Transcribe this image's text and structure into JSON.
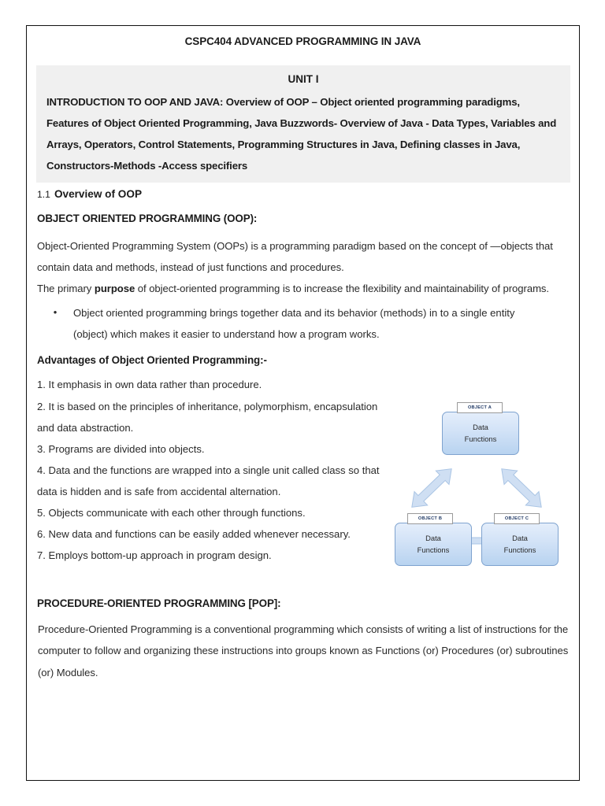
{
  "document": {
    "title": "CSPC404 ADVANCED PROGRAMMING IN JAVA",
    "unit_heading": "UNIT I",
    "syllabus_text": "INTRODUCTION TO OOP AND JAVA: Overview of OOP – Object oriented programming paradigms, Features of Object Oriented Programming, Java Buzzwords- Overview of Java - Data Types, Variables and Arrays, Operators, Control Statements, Programming Structures in Java, Defining classes in Java, Constructors-Methods -Access specifiers"
  },
  "section": {
    "number": "1.1",
    "title": "Overview of OOP",
    "oop_heading": "OBJECT ORIENTED PROGRAMMING (OOP):",
    "para1_a": "Object-Oriented Programming System (OOPs) is a programming paradigm based on the concept of ―objects that contain data and methods, instead of just functions and procedures.",
    "para2_pre": " The primary ",
    "para2_bold": "purpose",
    "para2_post": " of object-oriented programming is to increase the flexibility and maintainability of programs.",
    "bullet_line1": "Object oriented programming brings together data and its behavior (methods) in to a single entity",
    "bullet_line2": "(object) which makes it easier to understand how a program works.",
    "bullet_marker": "•"
  },
  "advantages": {
    "heading": "Advantages of Object Oriented Programming:-",
    "items": [
      "1. It emphasis in own data rather than procedure.",
      "2. It is based on the principles of inheritance, polymorphism, encapsulation and data abstraction.",
      "3. Programs are divided into objects.",
      "4. Data and the functions are wrapped into a single unit called class so that data is hidden and is safe from accidental alternation.",
      "5. Objects communicate with each other through functions.",
      "6. New data and functions can be easily added whenever necessary.",
      "7. Employs bottom-up approach in program design."
    ]
  },
  "pop": {
    "heading": "PROCEDURE-ORIENTED PROGRAMMING [POP]:",
    "body": "Procedure-Oriented Programming is a conventional programming which consists of writing a list of instructions for the computer to follow and organizing these instructions into groups known as Functions (or) Procedures (or) subroutines (or) Modules."
  },
  "diagram": {
    "nodes": [
      {
        "label": "OBJECT A",
        "line1": "Data",
        "line2": "Functions"
      },
      {
        "label": "OBJECT B",
        "line1": "Data",
        "line2": "Functions"
      },
      {
        "label": "OBJECT C",
        "line1": "Data",
        "line2": "Functions"
      }
    ]
  },
  "colors": {
    "syllabus_background": "#f0f0f0",
    "page_border": "#111111",
    "text": "#231f20",
    "node_label_text": "#1f3864",
    "node_fill_top": "#e4eefb",
    "node_fill_bottom": "#b8d3f0",
    "node_border": "#7fa3cf",
    "arrow_fill": "#cfdff3",
    "arrow_border": "#a9c4e4"
  }
}
